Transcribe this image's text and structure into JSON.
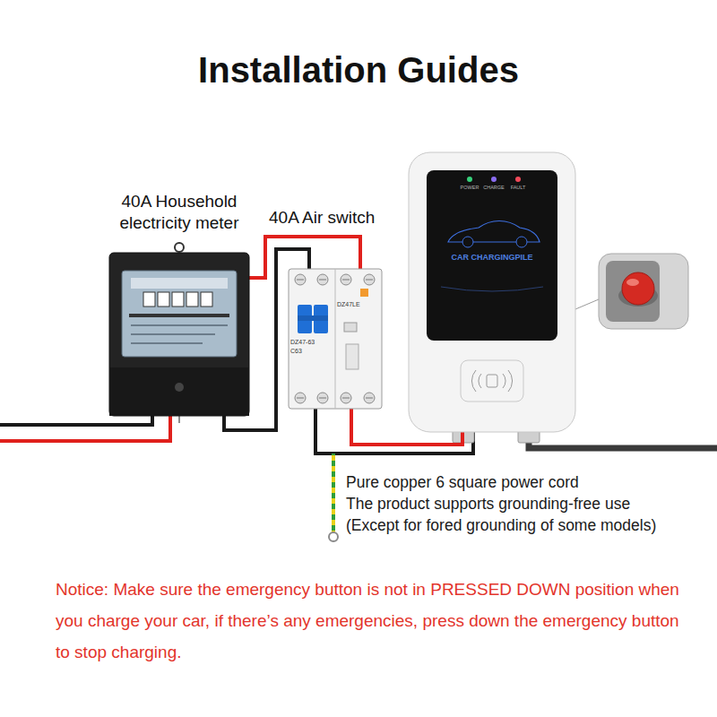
{
  "diagram": {
    "title": "Installation Guides",
    "nodes": [
      {
        "text": [
          "40A Household electricity meter"
        ]
      },
      {
        "text": [
          "40A Air switch"
        ]
      },
      {
        "text": [
          "CAR CHARGINGPILE"
        ]
      }
    ],
    "edges": [
      {
        "from": 0,
        "to": 1,
        "arrow": "none"
      },
      {
        "from": 1,
        "to": 2,
        "arrow": "none"
      }
    ],
    "labels": [
      "Pure copper 6 square power cord",
      "The product supports grounding-free use",
      "(Except for fored grounding of some models)",
      "Notice: Make sure the emergency button is not in PRESSED DOWN position when you charge your car, if there’s any emergencies, press down the emergency button to stop charging.",
      "DZ47-63",
      "C63",
      "DZ47LE",
      "POWER",
      "CHARGE",
      "FAULT"
    ]
  }
}
